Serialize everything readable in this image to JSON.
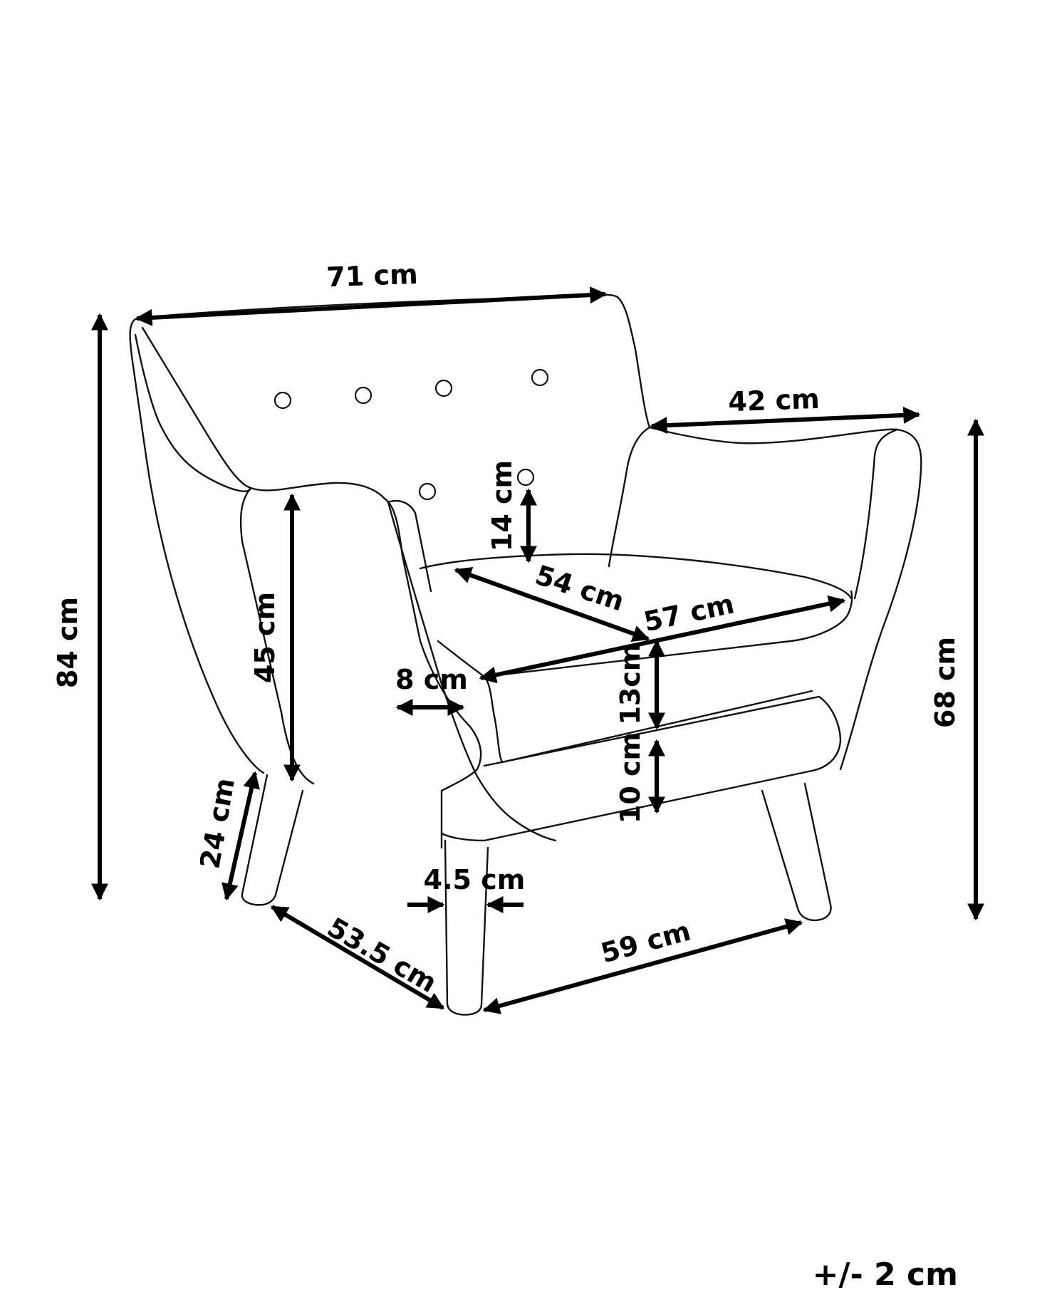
{
  "dimensions": {
    "backrest_width": "71 cm",
    "total_height": "84 cm",
    "arm_depth": "42 cm",
    "back_to_seat": "14 cm",
    "seat_depth": "54 cm",
    "seat_width": "57 cm",
    "arm_height": "45 cm",
    "arm_width": "8 cm",
    "cushion_height": "13cm",
    "frame_height": "10 cm",
    "arm_total_height": "68 cm",
    "leg_height": "24 cm",
    "leg_width": "4.5 cm",
    "base_depth": "53.5 cm",
    "base_width": "59 cm"
  },
  "tolerance": "+/- 2 cm",
  "colors": {
    "line": "#111111",
    "background": "#ffffff"
  }
}
